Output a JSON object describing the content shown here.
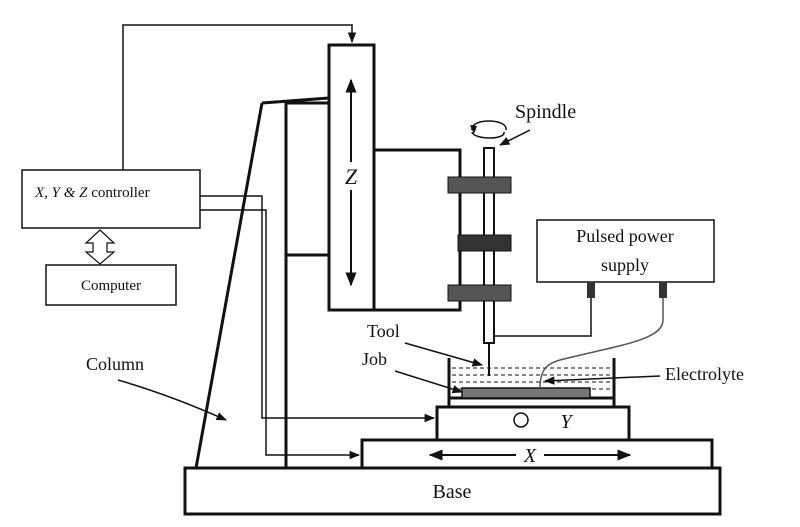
{
  "labels": {
    "controller_xyz": "X, Y & Z",
    "controller_word": "controller",
    "computer": "Computer",
    "spindle": "Spindle",
    "pulsed_line1": "Pulsed power",
    "pulsed_line2": "supply",
    "tool": "Tool",
    "job": "Job",
    "electrolyte": "Electrolyte",
    "column": "Column",
    "base": "Base",
    "axis_z": "Z",
    "axis_y": "Y",
    "axis_x": "X"
  }
}
